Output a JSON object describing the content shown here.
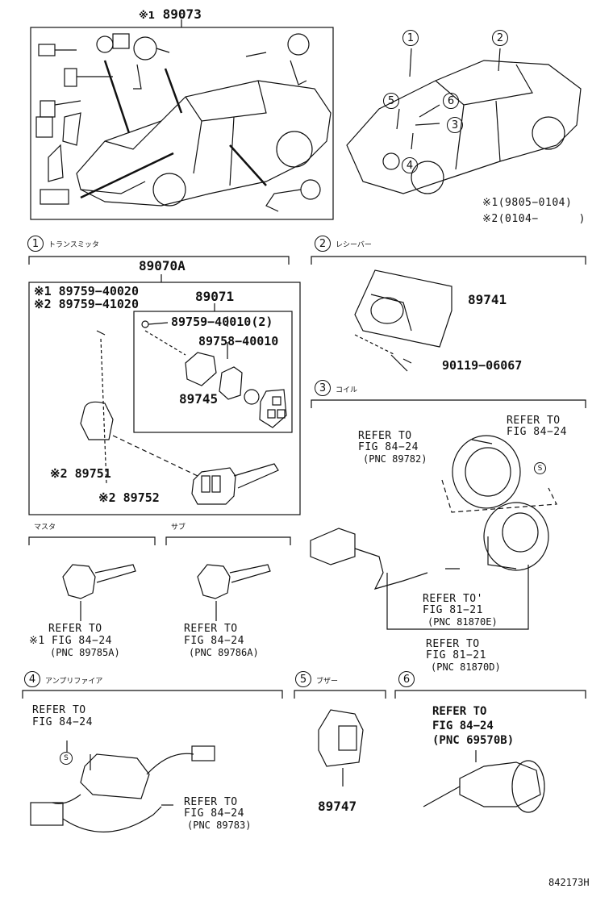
{
  "header": {
    "note_mark": "※1",
    "main_part": "89073",
    "circles": [
      "1",
      "2",
      "3",
      "4",
      "5",
      "6"
    ],
    "note1": "※1(9805−0104)",
    "note2": "※2(0104−      )"
  },
  "sections": {
    "s1": {
      "num": "1",
      "label": "トランスミッタ"
    },
    "s2": {
      "num": "2",
      "label": "レシーバー"
    },
    "s3": {
      "num": "3",
      "label": "コイル"
    },
    "s4": {
      "num": "4",
      "label": "アンプリファイア"
    },
    "s5": {
      "num": "5",
      "label": "ブザー"
    },
    "s6": {
      "num": "6",
      "label": ""
    },
    "master": "マスタ",
    "sub": "サブ"
  },
  "transmitter": {
    "assembly": "89070A",
    "p1": "※1 89759−40020",
    "p2": "※2 89759−41020",
    "inner": "89071",
    "i1": "89759−40010(2)",
    "i2": "89758−40010",
    "i3": "89745",
    "p3": "※2 89751",
    "p4": "※2 89752"
  },
  "receiver": {
    "part": "89741",
    "bolt": "90119−06067"
  },
  "coil": {
    "r1a": "REFER TO",
    "r1b": "FIG 84−24",
    "r1c": "(PNC 89782)",
    "r2a": "REFER TO",
    "r2b": "FIG 84−24",
    "r3a": "REFER TO'",
    "r3b": "FIG 81−21",
    "r3c": "(PNC 81870E)",
    "r4a": "REFER TO",
    "r4b": "FIG 81−21",
    "r4c": "(PNC 81870D)",
    "s": "S"
  },
  "keys": {
    "m1": "REFER TO",
    "m2": "※1 FIG 84−24",
    "m3": "(PNC 89785A)",
    "s1": "REFER TO",
    "s2": "FIG 84−24",
    "s3": "(PNC 89786A)"
  },
  "amplifier": {
    "r1a": "REFER TO",
    "r1b": "FIG 84−24",
    "s": "S",
    "r2a": "REFER TO",
    "r2b": "FIG 84−24",
    "r2c": "(PNC 89783)"
  },
  "buzzer": {
    "part": "89747"
  },
  "s6part": {
    "a": "REFER TO",
    "b": "FIG 84−24",
    "c": "(PNC 69570B)"
  },
  "footer": {
    "code": "842173H"
  }
}
